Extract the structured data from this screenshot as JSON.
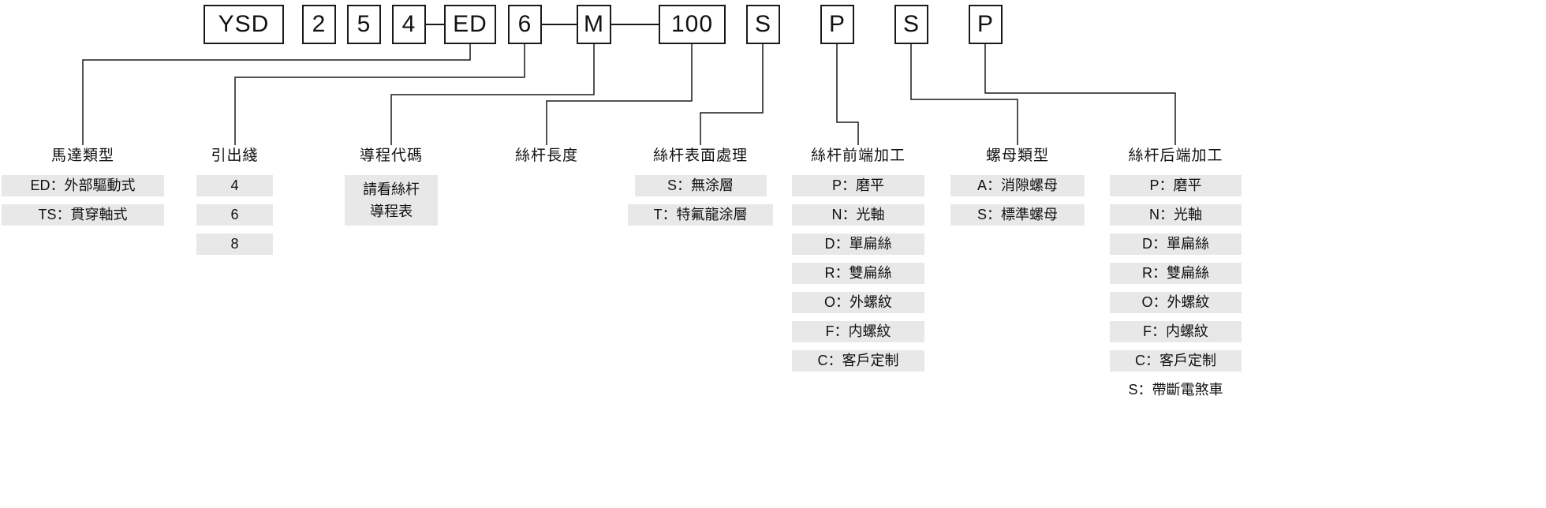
{
  "model_code": {
    "series": "YSD",
    "digit1": "2",
    "digit2": "5",
    "digit3": "4",
    "motor_type": "ED",
    "lead_wires": "6",
    "lead_code": "M",
    "screw_length": "100",
    "surface_treatment": "S",
    "front_end": "P",
    "nut_type": "S",
    "rear_end": "P",
    "separator": "—"
  },
  "columns": [
    {
      "title": "馬達類型",
      "items": [
        "ED：外部驅動式",
        "TS：貫穿軸式"
      ]
    },
    {
      "title": "引出綫",
      "items": [
        "4",
        "6",
        "8"
      ]
    },
    {
      "title": "導程代碼",
      "items": [
        "請看絲杆",
        "導程表"
      ]
    },
    {
      "title": "絲杆長度",
      "items": []
    },
    {
      "title": "絲杆表面處理",
      "items": [
        "S：無涂層",
        "T：特氟龍涂層"
      ]
    },
    {
      "title": "絲杆前端加工",
      "items": [
        "P：磨平",
        "N：光軸",
        "D：單扁絲",
        "R：雙扁絲",
        "O：外螺紋",
        "F：内螺紋",
        "C：客戶定制"
      ]
    },
    {
      "title": "螺母類型",
      "items": [
        "A：消隙螺母",
        "S：標準螺母"
      ]
    },
    {
      "title": "絲杆后端加工",
      "items": [
        "P：磨平",
        "N：光軸",
        "D：單扁絲",
        "R：雙扁絲",
        "O：外螺紋",
        "F：内螺紋",
        "C：客戶定制",
        "S：帶斷電煞車"
      ]
    }
  ],
  "colors": {
    "item_background": "#e8e8e8",
    "line": "#1a1a1a",
    "text": "#111111",
    "background": "#ffffff"
  }
}
